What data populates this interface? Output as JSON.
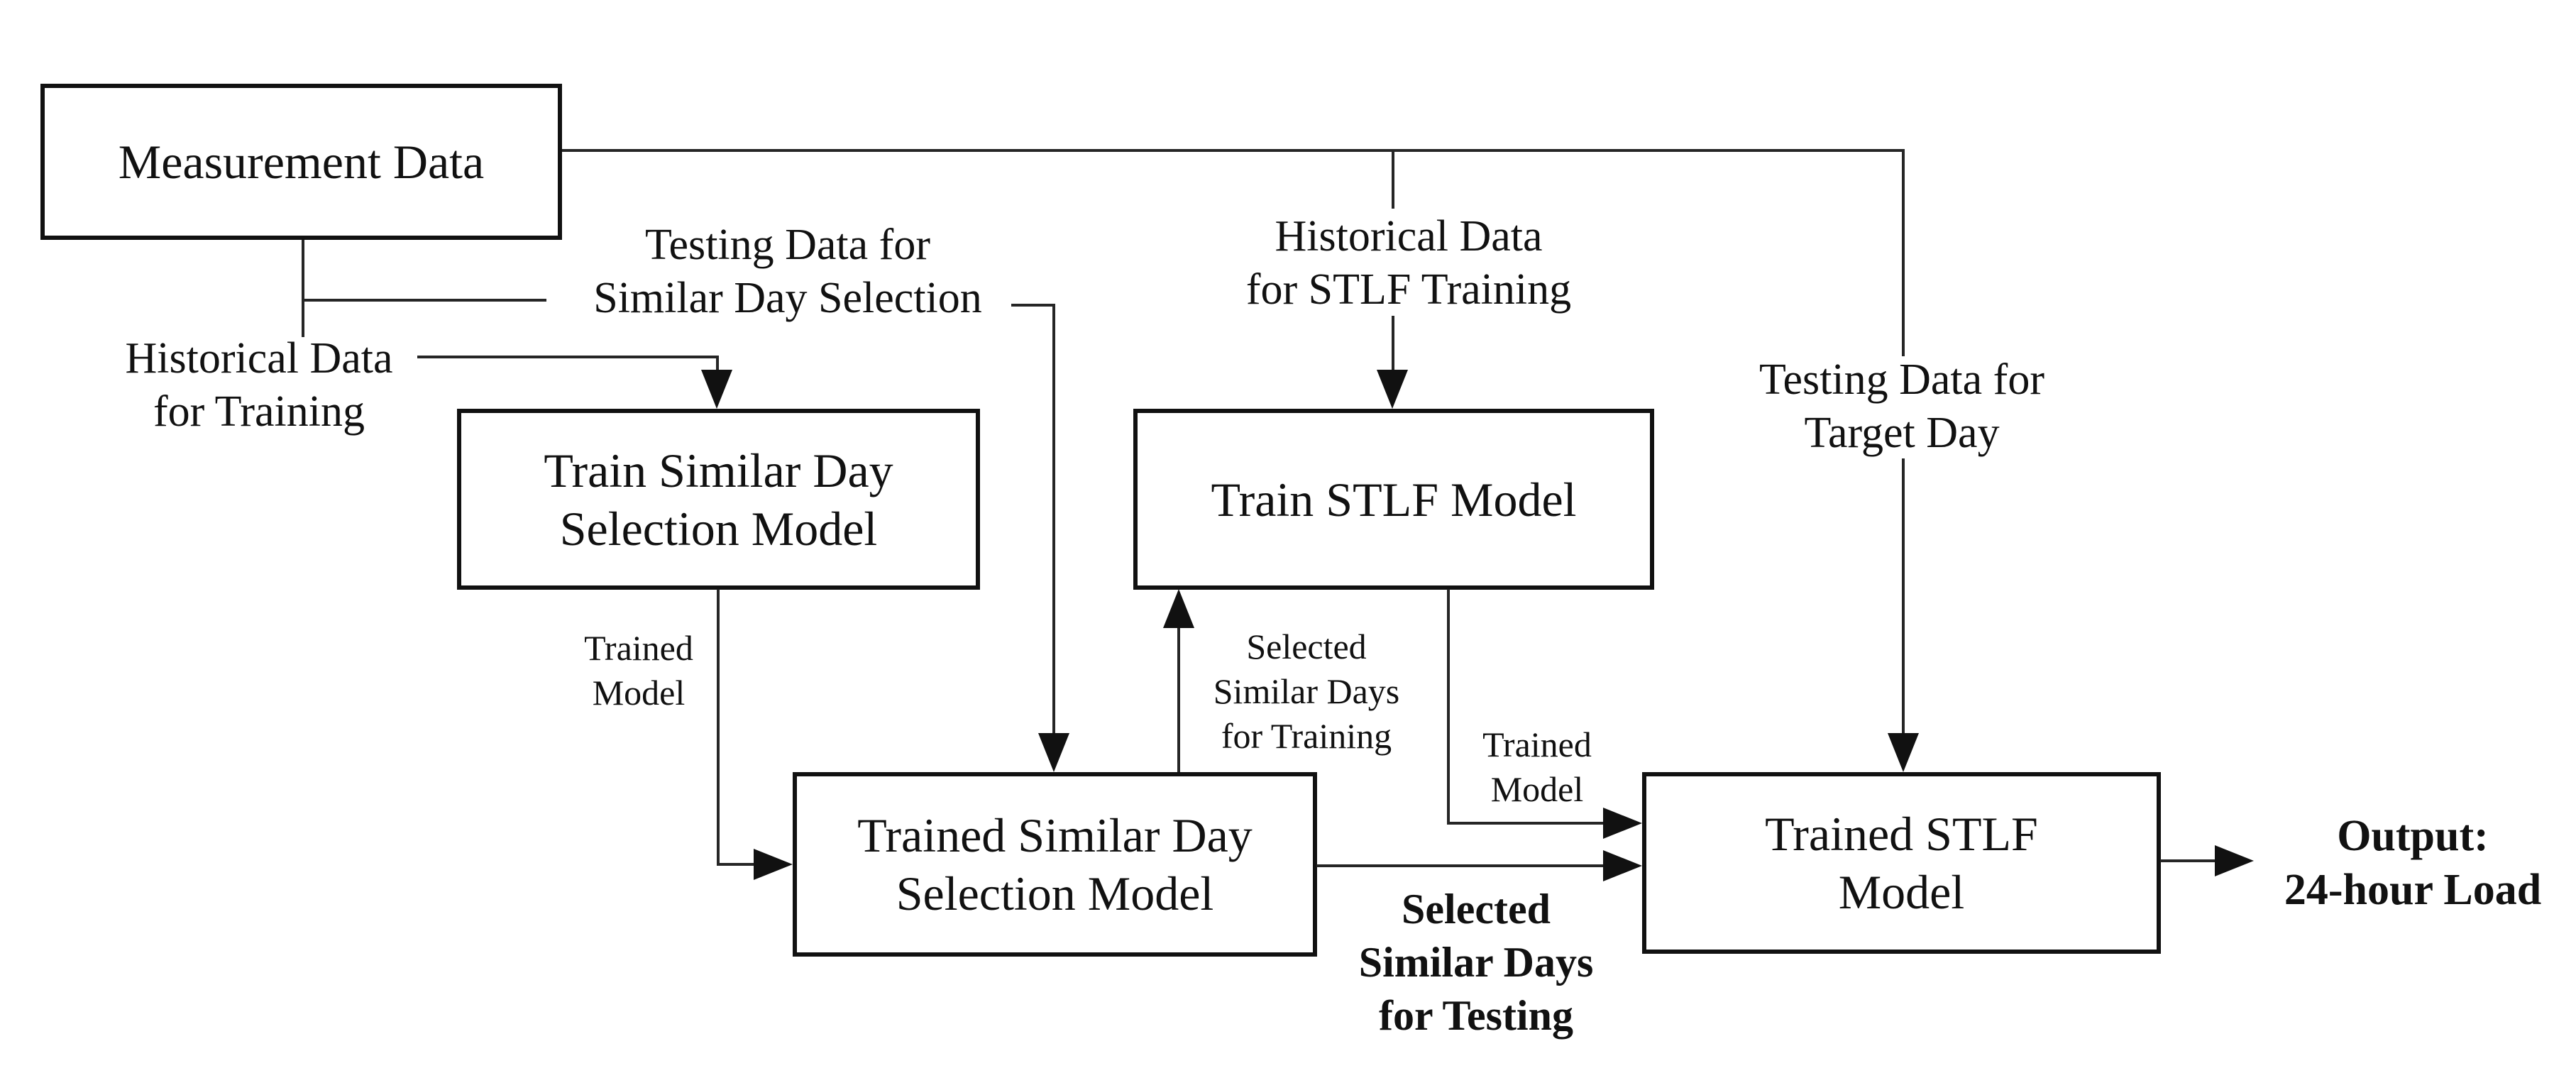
{
  "diagram": {
    "title": "Similar-day-selection STLF training and testing flowchart",
    "colors": {
      "background": "#ffffff",
      "line": "#262626",
      "box_border": "#111111",
      "text": "#111111"
    },
    "boxes": {
      "measurement_data": {
        "lines": [
          "Measurement Data"
        ]
      },
      "train_similar_day": {
        "lines": [
          "Train Similar Day",
          "Selection Model"
        ]
      },
      "train_stlf": {
        "lines": [
          "Train STLF Model"
        ]
      },
      "trained_similar_day": {
        "lines": [
          "Trained Similar Day",
          "Selection Model"
        ]
      },
      "trained_stlf": {
        "lines": [
          "Trained STLF",
          "Model"
        ]
      }
    },
    "edge_labels": {
      "testing_data_sds": {
        "lines": [
          "Testing Data for",
          "Similar Day Selection"
        ]
      },
      "historical_training": {
        "lines": [
          "Historical Data",
          "for Training"
        ]
      },
      "historical_stlf": {
        "lines": [
          "Historical Data",
          "for STLF Training"
        ]
      },
      "testing_target": {
        "lines": [
          "Testing Data for",
          "Target Day"
        ]
      },
      "trained_model_left": {
        "lines": [
          "Trained",
          "Model"
        ]
      },
      "selected_training": {
        "lines": [
          "Selected",
          "Similar Days",
          "for Training"
        ]
      },
      "trained_model_right": {
        "lines": [
          "Trained",
          "Model"
        ]
      },
      "selected_testing": {
        "lines": [
          "Selected",
          "Similar Days",
          "for Testing"
        ]
      },
      "output": {
        "lines": [
          "Output:",
          "24-hour Load"
        ]
      }
    }
  }
}
